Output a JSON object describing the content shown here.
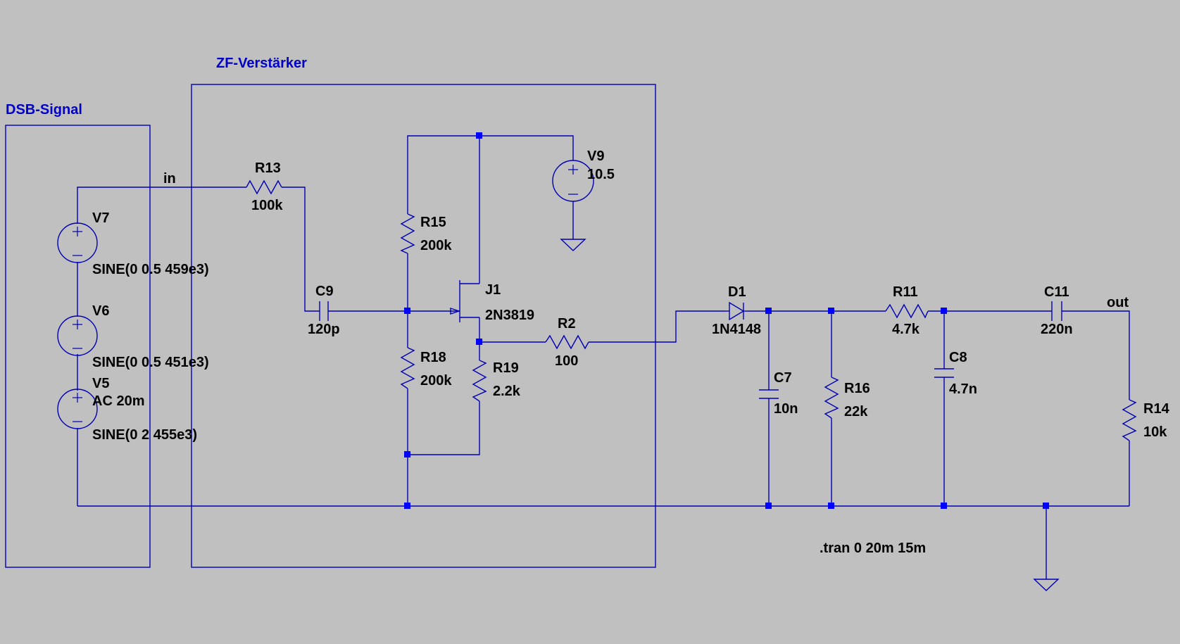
{
  "blocks": {
    "dsb_title": "DSB-Signal",
    "zf_title": "ZF-Verstärker"
  },
  "nets": {
    "in": "in",
    "out": "out"
  },
  "components": {
    "R13": {
      "name": "R13",
      "value": "100k"
    },
    "R15": {
      "name": "R15",
      "value": "200k"
    },
    "R18": {
      "name": "R18",
      "value": "200k"
    },
    "R19": {
      "name": "R19",
      "value": "2.2k"
    },
    "R2": {
      "name": "R2",
      "value": "100"
    },
    "R11": {
      "name": "R11",
      "value": "4.7k"
    },
    "R16": {
      "name": "R16",
      "value": "22k"
    },
    "R14": {
      "name": "R14",
      "value": "10k"
    },
    "C9": {
      "name": "C9",
      "value": "120p"
    },
    "C7": {
      "name": "C7",
      "value": "10n"
    },
    "C8": {
      "name": "C8",
      "value": "4.7n"
    },
    "C11": {
      "name": "C11",
      "value": "220n"
    },
    "D1": {
      "name": "D1",
      "value": "1N4148"
    },
    "J1": {
      "name": "J1",
      "value": "2N3819"
    },
    "V9": {
      "name": "V9",
      "value": "10.5"
    },
    "V7": {
      "name": "V7",
      "value": "SINE(0 0.5 459e3)"
    },
    "V6": {
      "name": "V6",
      "value": "SINE(0 0.5 451e3)"
    },
    "V5": {
      "name": "V5",
      "ac": "AC 20m",
      "value": "SINE(0 2 455e3)"
    }
  },
  "directive": ".tran 0 20m 15m",
  "colors": {
    "background": "#c0c0c0",
    "wire": "#0000b4",
    "junction": "#0000ff",
    "block_label": "#0000c8"
  }
}
